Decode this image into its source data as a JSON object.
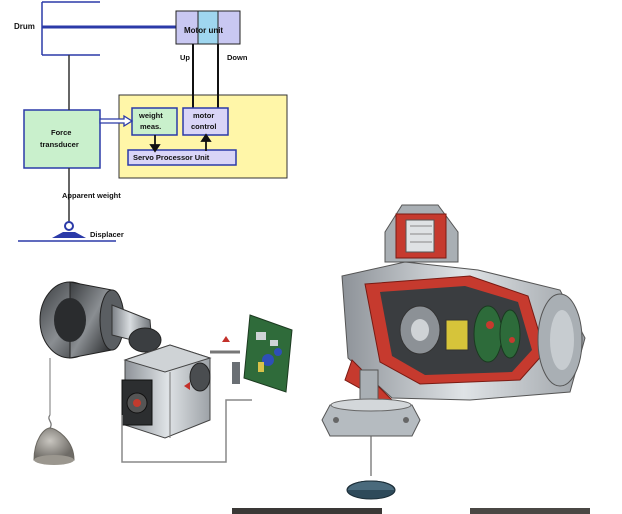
{
  "diagram": {
    "labels": {
      "drum": "Drum",
      "motor_unit": "Motor unit",
      "up": "Up",
      "down": "Down",
      "force_transducer_line1": "Force",
      "force_transducer_line2": "transducer",
      "weight_meas_line1": "weight",
      "weight_meas_line2": "meas.",
      "motor_control_line1": "motor",
      "motor_control_line2": "control",
      "servo_processor_unit": "Servo Processor Unit",
      "apparent_weight": "Apparent weight",
      "displacer": "Displacer"
    },
    "colors": {
      "blue_line": "#2b3aa8",
      "motor_block": "#c9c8f2",
      "motor_block_mid": "#9fd6ef",
      "green_box": "#c9f0cc",
      "yellow_panel": "#fff6a8",
      "lavender_box": "#d9d5f7"
    }
  },
  "illustrations": {
    "mechanism": {
      "icon": "drum-servo-mechanism-illustration"
    },
    "cutaway": {
      "icon": "tank-gauge-cutaway-illustration"
    }
  }
}
